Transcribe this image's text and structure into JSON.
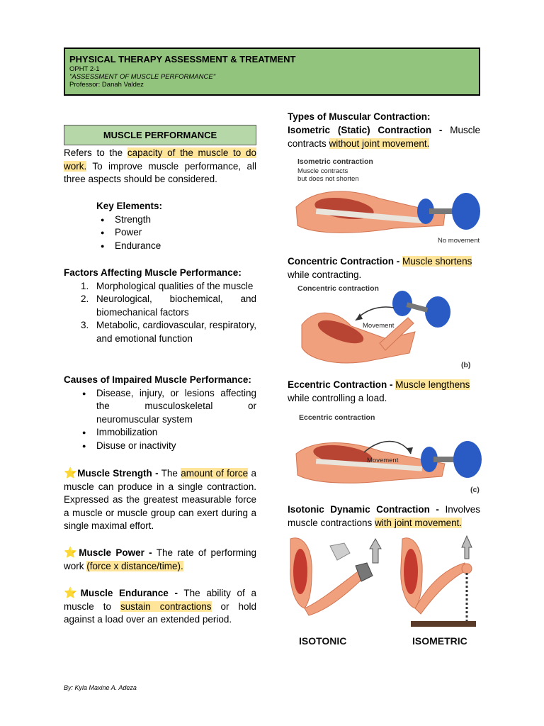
{
  "header": {
    "title": "PHYSICAL THERAPY ASSESSMENT & TREATMENT",
    "course": "OPHT 2-1",
    "subtitle": "\"ASSESSMENT OF MUSCLE PERFORMANCE\"",
    "professor": "Professor: Danah Valdez"
  },
  "left": {
    "section_title": "MUSCLE PERFORMANCE",
    "intro": {
      "pre": "Refers to the ",
      "hl": "capacity of the muscle to do work.",
      "post": " To improve muscle performance, all three aspects should be considered."
    },
    "key_elements": {
      "heading": "Key Elements:",
      "items": [
        "Strength",
        "Power",
        "Endurance"
      ]
    },
    "factors": {
      "heading": "Factors Affecting Muscle Performance:",
      "items": [
        "Morphological qualities of the muscle",
        "Neurological, biochemical, and biomechanical factors",
        "Metabolic, cardiovascular, respiratory, and emotional function"
      ]
    },
    "causes": {
      "heading": "Causes of Impaired Muscle Performance:",
      "items": [
        "Disease, injury, or lesions affecting the musculoskeletal or neuromuscular system",
        "Immobilization",
        "Disuse or inactivity"
      ]
    },
    "strength": {
      "star": "⭐",
      "term": "Muscle Strength -",
      "pre": " The ",
      "hl": "amount of force",
      "post": " a muscle can produce in a single contraction. Expressed as the greatest measurable force a muscle or muscle group can exert during a single maximal effort."
    },
    "power": {
      "star": "⭐",
      "term": "Muscle Power -",
      "pre": " The rate of performing work ",
      "hl": "(force x distance/time)."
    },
    "endurance": {
      "star": "⭐",
      "term": "Muscle Endurance -",
      "pre": " The ability of a muscle to ",
      "hl": "sustain contractions",
      "post": " or hold against a load over an extended period."
    }
  },
  "right": {
    "types_heading": "Types of Muscular Contraction:",
    "isometric": {
      "term": "Isometric (Static) Contraction -",
      "pre": " Muscle contracts ",
      "hl": "without joint movement."
    },
    "concentric": {
      "term": "Concentric Contraction -",
      "hl": "Muscle shortens",
      "post": "while contracting."
    },
    "eccentric": {
      "term": "Eccentric Contraction -",
      "hl": "Muscle lengthens",
      "post": "while controlling a load."
    },
    "isotonic": {
      "term": "Isotonic Dynamic Contraction -",
      "pre": " Involves muscle contractions ",
      "hl": "with joint movement."
    },
    "figures": {
      "fig1_title": "Isometric contraction",
      "fig1_line1": "Muscle contracts",
      "fig1_line2": "but does not shorten",
      "fig1_caption": "No movement",
      "fig2_title": "Concentric contraction",
      "fig2_movement": "Movement",
      "fig2_tag": "(b)",
      "fig3_title": "Eccentric contraction",
      "fig3_movement": "Movement",
      "fig3_tag": "(c)",
      "fig4_left": "ISOTONIC",
      "fig4_right": "ISOMETRIC"
    }
  },
  "footer": "By: Kyla Maxine A. Adeza",
  "colors": {
    "header_bg": "#93c47d",
    "section_bg": "#b6d7a8",
    "highlight": "#ffe599"
  }
}
